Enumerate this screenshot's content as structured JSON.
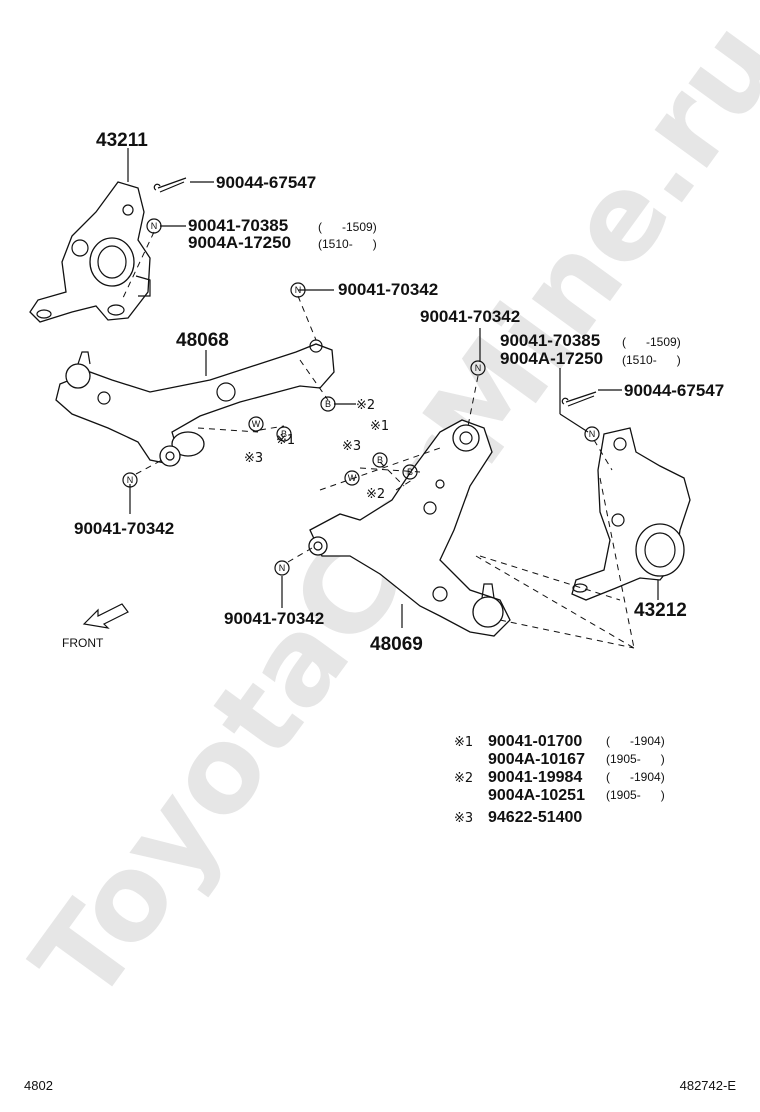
{
  "watermark": "ToyotaCarMine.ru",
  "parts": {
    "knuckle_left": "43211",
    "knuckle_right": "43212",
    "arm_left": "48068",
    "arm_right": "48069"
  },
  "callouts": {
    "pin_left": "90044-67547",
    "nut_left_a": "90041-70385",
    "nut_left_a_range": "(      -1509)",
    "nut_left_b": "9004A-17250",
    "nut_left_b_range": "(1510-      )",
    "nut_top_mid": "90041-70342",
    "nut_left_bottom": "90041-70342",
    "nut_right_top": "90041-70342",
    "nut_right_a": "90041-70385",
    "nut_right_a_range": "(      -1509)",
    "nut_right_b": "9004A-17250",
    "nut_right_b_range": "(1510-      )",
    "pin_right": "90044-67547",
    "nut_right_bottom": "90041-70342"
  },
  "marks": {
    "n": "N",
    "b": "B",
    "w": "W",
    "r1": "※1",
    "r2": "※2",
    "r3": "※3"
  },
  "front_label": "FRONT",
  "notes": [
    {
      "mark": "※1",
      "p1": "90041-01700",
      "r1": "(      -1904)",
      "p2": "9004A-10167",
      "r2": "(1905-      )"
    },
    {
      "mark": "※2",
      "p1": "90041-19984",
      "r1": "(      -1904)",
      "p2": "9004A-10251",
      "r2": "(1905-      )"
    },
    {
      "mark": "※3",
      "p1": "94622-51400"
    }
  ],
  "footer": {
    "left": "4802",
    "right": "482742-E"
  }
}
